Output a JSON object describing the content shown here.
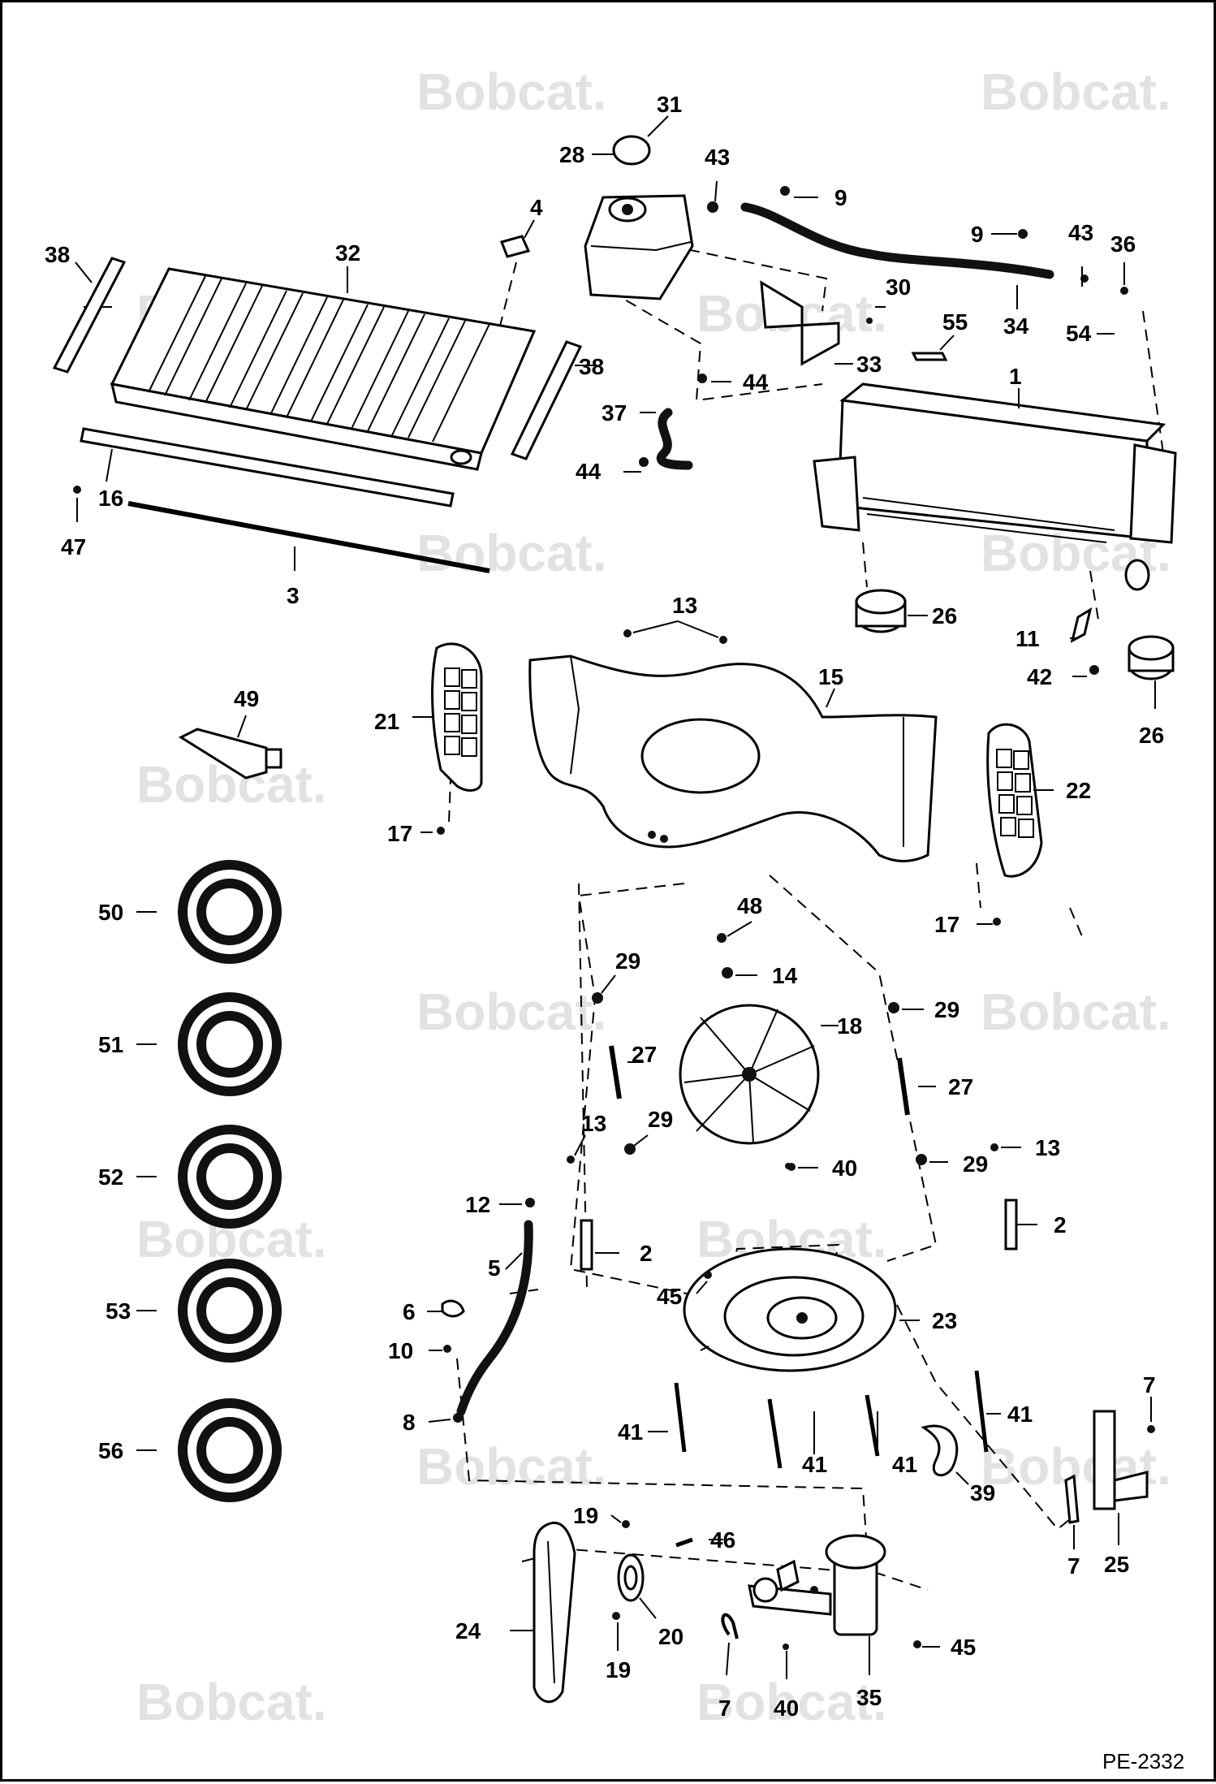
{
  "diagram": {
    "reference": "PE-2332",
    "watermark": "Bobcat.",
    "callouts": [
      {
        "id": "c-31",
        "text": "31"
      },
      {
        "id": "c-28",
        "text": "28"
      },
      {
        "id": "c-43a",
        "text": "43"
      },
      {
        "id": "c-9a",
        "text": "9"
      },
      {
        "id": "c-4",
        "text": "4"
      },
      {
        "id": "c-38a",
        "text": "38"
      },
      {
        "id": "c-32",
        "text": "32"
      },
      {
        "id": "c-9b",
        "text": "9"
      },
      {
        "id": "c-43b",
        "text": "43"
      },
      {
        "id": "c-36",
        "text": "36"
      },
      {
        "id": "c-30",
        "text": "30"
      },
      {
        "id": "c-34",
        "text": "34"
      },
      {
        "id": "c-54",
        "text": "54"
      },
      {
        "id": "c-55",
        "text": "55"
      },
      {
        "id": "c-38b",
        "text": "38"
      },
      {
        "id": "c-33",
        "text": "33"
      },
      {
        "id": "c-44a",
        "text": "44"
      },
      {
        "id": "c-1",
        "text": "1"
      },
      {
        "id": "c-37",
        "text": "37"
      },
      {
        "id": "c-44b",
        "text": "44"
      },
      {
        "id": "c-16",
        "text": "16"
      },
      {
        "id": "c-47",
        "text": "47"
      },
      {
        "id": "c-3",
        "text": "3"
      },
      {
        "id": "c-26a",
        "text": "26"
      },
      {
        "id": "c-13a",
        "text": "13"
      },
      {
        "id": "c-11",
        "text": "11"
      },
      {
        "id": "c-42",
        "text": "42"
      },
      {
        "id": "c-15",
        "text": "15"
      },
      {
        "id": "c-26b",
        "text": "26"
      },
      {
        "id": "c-49",
        "text": "49"
      },
      {
        "id": "c-21",
        "text": "21"
      },
      {
        "id": "c-22",
        "text": "22"
      },
      {
        "id": "c-17a",
        "text": "17"
      },
      {
        "id": "c-50",
        "text": "50"
      },
      {
        "id": "c-17b",
        "text": "17"
      },
      {
        "id": "c-48",
        "text": "48"
      },
      {
        "id": "c-29a",
        "text": "29"
      },
      {
        "id": "c-14",
        "text": "14"
      },
      {
        "id": "c-29b",
        "text": "29"
      },
      {
        "id": "c-51",
        "text": "51"
      },
      {
        "id": "c-18",
        "text": "18"
      },
      {
        "id": "c-27a",
        "text": "27"
      },
      {
        "id": "c-27b",
        "text": "27"
      },
      {
        "id": "c-13b",
        "text": "13"
      },
      {
        "id": "c-29c",
        "text": "29"
      },
      {
        "id": "c-52",
        "text": "52"
      },
      {
        "id": "c-40a",
        "text": "40"
      },
      {
        "id": "c-29d",
        "text": "29"
      },
      {
        "id": "c-13c",
        "text": "13"
      },
      {
        "id": "c-12",
        "text": "12"
      },
      {
        "id": "c-2a",
        "text": "2"
      },
      {
        "id": "c-5",
        "text": "5"
      },
      {
        "id": "c-2b",
        "text": "2"
      },
      {
        "id": "c-45a",
        "text": "45"
      },
      {
        "id": "c-53",
        "text": "53"
      },
      {
        "id": "c-6",
        "text": "6"
      },
      {
        "id": "c-23",
        "text": "23"
      },
      {
        "id": "c-10",
        "text": "10"
      },
      {
        "id": "c-8",
        "text": "8"
      },
      {
        "id": "c-41a",
        "text": "41"
      },
      {
        "id": "c-41b",
        "text": "41"
      },
      {
        "id": "c-7a",
        "text": "7"
      },
      {
        "id": "c-56",
        "text": "56"
      },
      {
        "id": "c-41c",
        "text": "41"
      },
      {
        "id": "c-41d",
        "text": "41"
      },
      {
        "id": "c-39",
        "text": "39"
      },
      {
        "id": "c-19a",
        "text": "19"
      },
      {
        "id": "c-46",
        "text": "46"
      },
      {
        "id": "c-7b",
        "text": "7"
      },
      {
        "id": "c-25",
        "text": "25"
      },
      {
        "id": "c-24",
        "text": "24"
      },
      {
        "id": "c-20",
        "text": "20"
      },
      {
        "id": "c-45b",
        "text": "45"
      },
      {
        "id": "c-19b",
        "text": "19"
      },
      {
        "id": "c-7c",
        "text": "7"
      },
      {
        "id": "c-40b",
        "text": "40"
      },
      {
        "id": "c-35",
        "text": "35"
      }
    ]
  }
}
